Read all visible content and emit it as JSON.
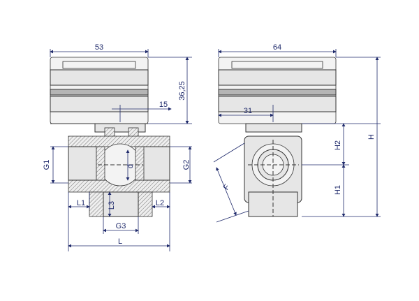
{
  "labels": {
    "w53": "53",
    "h3625": "36,25",
    "d15": "15",
    "g1": "G1",
    "g2": "G2",
    "d": "d",
    "l1": "L1",
    "l2": "L2",
    "l3": "L3",
    "g3": "G3",
    "l": "L",
    "w64": "64",
    "d31": "31",
    "h2": "H2",
    "h1": "H1",
    "h": "H",
    "f": "F"
  }
}
